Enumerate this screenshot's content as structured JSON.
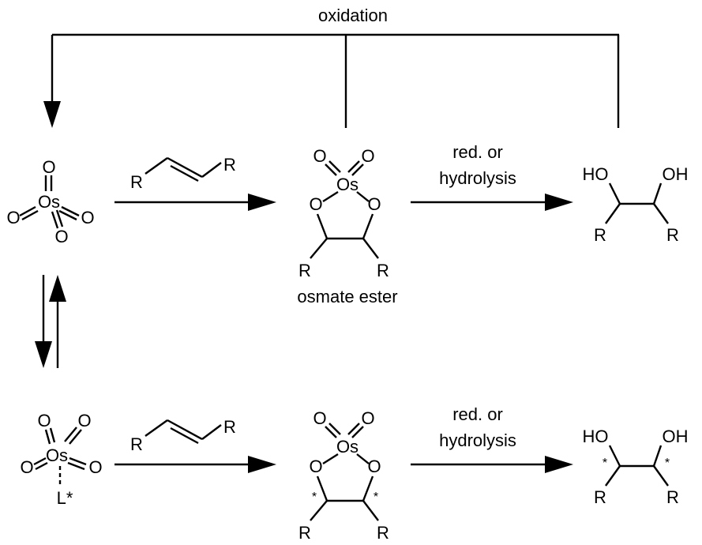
{
  "labels": {
    "oxidation": "oxidation",
    "osmate_ester": "osmate ester",
    "step_top_1": "red. or",
    "step_top_2": "hydrolysis",
    "step_bottom_1": "red. or",
    "step_bottom_2": "hydrolysis"
  },
  "atoms": {
    "Os": "Os",
    "O": "O",
    "R": "R",
    "HO": "HO",
    "OH": "OH",
    "L_star": "L*",
    "star": "*"
  },
  "colors": {
    "ink": "#000000",
    "background": "#ffffff"
  }
}
